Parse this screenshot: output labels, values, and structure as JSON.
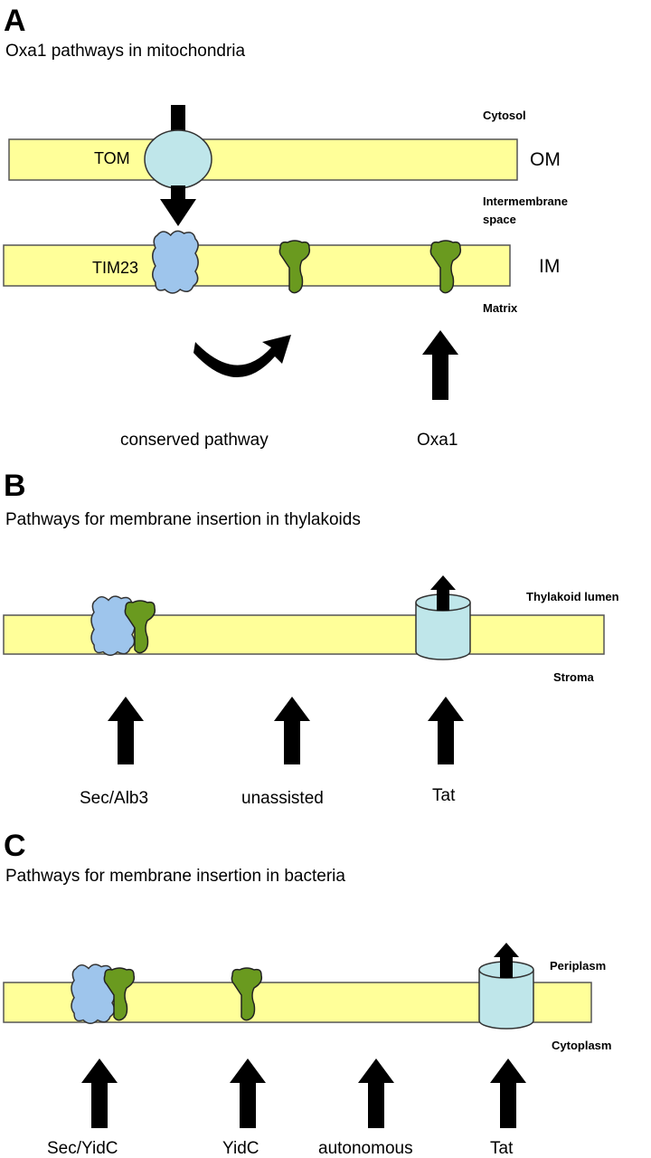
{
  "panel_a": {
    "letter": "A",
    "title": "Oxa1 pathways in mitochondria",
    "labels": {
      "cytosol": "Cytosol",
      "om": "OM",
      "tom": "TOM",
      "intermembrane_1": "Intermembrane",
      "intermembrane_2": "space",
      "im": "IM",
      "tim23": "TIM23",
      "matrix": "Matrix"
    },
    "pathways": [
      "conserved pathway",
      "Oxa1"
    ]
  },
  "panel_b": {
    "letter": "B",
    "title": "Pathways for membrane insertion in thylakoids",
    "labels": {
      "lumen": "Thylakoid lumen",
      "stroma": "Stroma"
    },
    "pathways": [
      "Sec/Alb3",
      "unassisted",
      "Tat"
    ]
  },
  "panel_c": {
    "letter": "C",
    "title": "Pathways for membrane insertion in bacteria",
    "labels": {
      "periplasm": "Periplasm",
      "cytoplasm": "Cytoplasm"
    },
    "pathways": [
      "Sec/YidC",
      "YidC",
      "autonomous",
      "Tat"
    ]
  },
  "colors": {
    "membrane": "#ffff99",
    "translocon_blue": "#9ec5ec",
    "insertase_green": "#6a9a1f",
    "channel_cyan": "#bfe6ea"
  }
}
